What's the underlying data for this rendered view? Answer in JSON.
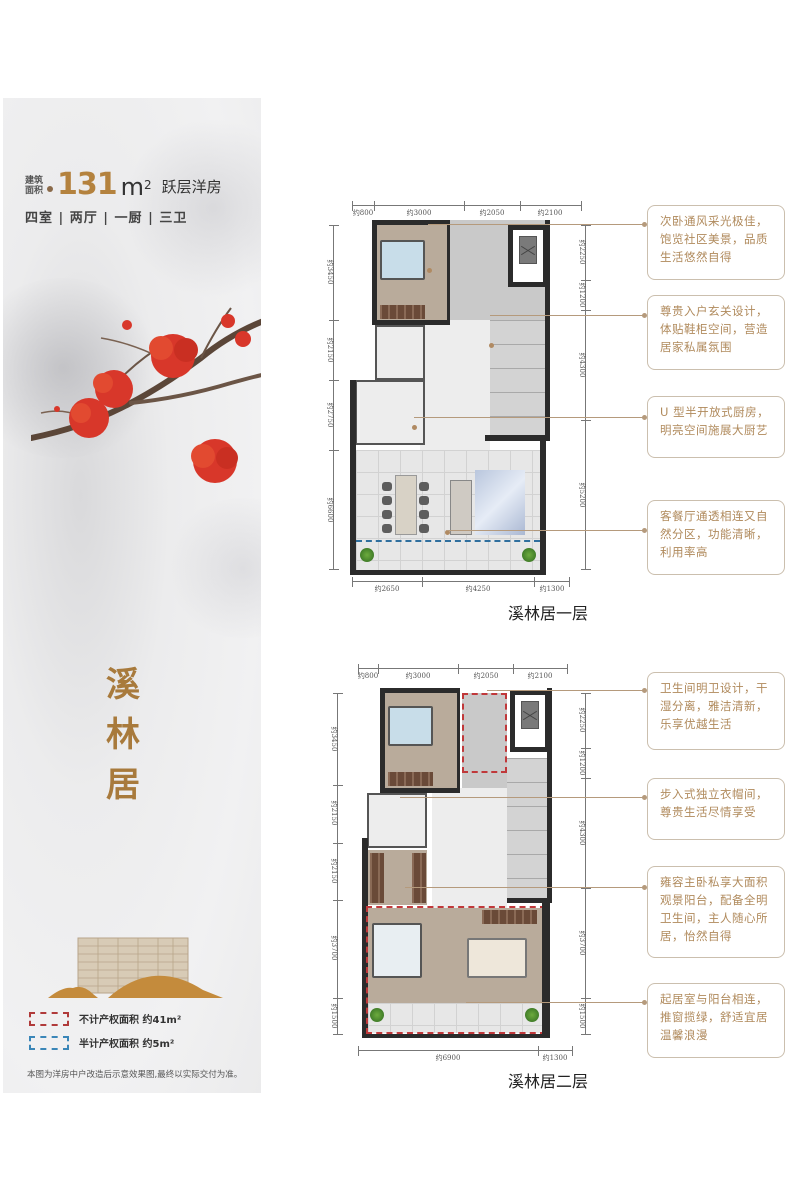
{
  "left_panel": {
    "area_label_line1": "建筑",
    "area_label_line2": "面积",
    "area_value": "131",
    "area_unit": "m",
    "area_unit_sup": "2",
    "house_type": "跃层洋房",
    "rooms": "四室 | 两厅 | 一厨 | 三卫",
    "project_name_chars": [
      "溪",
      "林",
      "居"
    ],
    "legend": [
      {
        "style": "red-dashed",
        "color": "#b03a3a",
        "label": "不计产权面积 约41m²"
      },
      {
        "style": "blue-dashed",
        "color": "#3a86b8",
        "label": "半计产权面积 约5m²"
      }
    ],
    "disclaimer": "本图为洋房中户改造后示意效果图,最终以实际交付为准。"
  },
  "floor_plans": [
    {
      "caption": "溪林居一层",
      "top_dimensions": [
        "约800",
        "约3000",
        "约2050",
        "约2100"
      ],
      "bottom_dimensions": [
        "约2650",
        "约4250",
        "约1300"
      ],
      "left_dimensions": [
        "约3450",
        "约2150",
        "约2750",
        "约6600"
      ],
      "right_dimensions": [
        "约2250",
        "约1200",
        "约4300",
        "约5200"
      ],
      "callouts": [
        "次卧通风采光极佳，饱览社区美景，品质生活悠然自得",
        "尊贵入户玄关设计，体贴鞋柜空间，营造居家私属氛围",
        "U 型半开放式厨房，明亮空间施展大厨艺",
        "客餐厅通透相连又自然分区，功能清晰，利用率高"
      ]
    },
    {
      "caption": "溪林居二层",
      "top_dimensions": [
        "约800",
        "约3000",
        "约2050",
        "约2100"
      ],
      "bottom_dimensions": [
        "约6900",
        "约1300"
      ],
      "left_dimensions": [
        "约3450",
        "约2150",
        "约2150",
        "约3700",
        "约1500"
      ],
      "right_dimensions": [
        "约2250",
        "约1200",
        "约4300",
        "约3700",
        "约1500"
      ],
      "callouts": [
        "卫生间明卫设计，干湿分离，雅洁清新，乐享优越生活",
        "步入式独立衣帽间，尊贵生活尽情享受",
        "雍容主卧私享大面积观景阳台，配备全明卫生间，主人随心所居，怡然自得",
        "起居室与阳台相连，推窗揽绿，舒适宜居温馨浪漫"
      ]
    }
  ],
  "colors": {
    "accent_gold": "#b4823e",
    "callout_text": "#b08a5c",
    "callout_border": "#cbbfae",
    "legend_red": "#b03a3a",
    "legend_blue": "#3a86b8"
  }
}
